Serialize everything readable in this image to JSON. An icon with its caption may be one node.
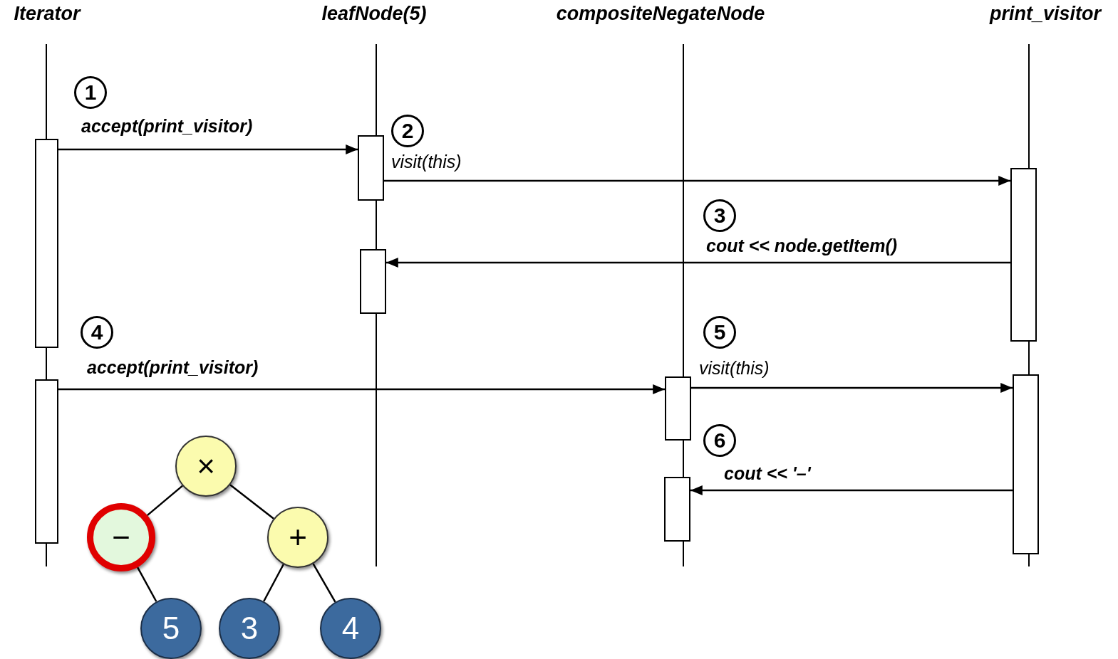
{
  "diagram": {
    "nodes": [
      {
        "text": [
          "Iterator"
        ]
      },
      {
        "text": [
          "leafNode(5)"
        ]
      },
      {
        "text": [
          "compositeNegateNode"
        ]
      },
      {
        "text": [
          "print_visitor"
        ]
      },
      {
        "text": [],
        "shape": "bar"
      },
      {
        "text": [],
        "shape": "bar"
      },
      {
        "text": [],
        "shape": "bar"
      },
      {
        "text": [],
        "shape": "bar"
      },
      {
        "text": [],
        "shape": "bar"
      },
      {
        "text": [],
        "shape": "bar"
      },
      {
        "text": [],
        "shape": "bar"
      },
      {
        "text": [],
        "shape": "bar"
      },
      {
        "text": [
          "×"
        ]
      },
      {
        "text": [
          "−"
        ]
      },
      {
        "text": [
          "+"
        ]
      },
      {
        "text": [
          "5"
        ]
      },
      {
        "text": [
          "3"
        ]
      },
      {
        "text": [
          "4"
        ]
      }
    ],
    "edges": [
      {
        "from": 4,
        "to": 6,
        "arrow": "to",
        "label": "accept(print_visitor)"
      },
      {
        "from": 6,
        "to": 10,
        "arrow": "to",
        "label": "visit(this)"
      },
      {
        "from": 10,
        "to": 7,
        "arrow": "to",
        "label": "cout << node.getItem()"
      },
      {
        "from": 5,
        "to": 8,
        "arrow": "to",
        "label": "accept(print_visitor)"
      },
      {
        "from": 8,
        "to": 11,
        "arrow": "to",
        "label": "visit(this)"
      },
      {
        "from": 11,
        "to": 9,
        "arrow": "to",
        "label": "cout << '–'"
      },
      {
        "from": 12,
        "to": 13,
        "arrow": "none"
      },
      {
        "from": 12,
        "to": 14,
        "arrow": "none"
      },
      {
        "from": 13,
        "to": 15,
        "arrow": "none"
      },
      {
        "from": 14,
        "to": 16,
        "arrow": "none"
      },
      {
        "from": 14,
        "to": 17,
        "arrow": "none"
      }
    ],
    "labels": [
      "1",
      "2",
      "3",
      "4",
      "5",
      "6"
    ]
  }
}
